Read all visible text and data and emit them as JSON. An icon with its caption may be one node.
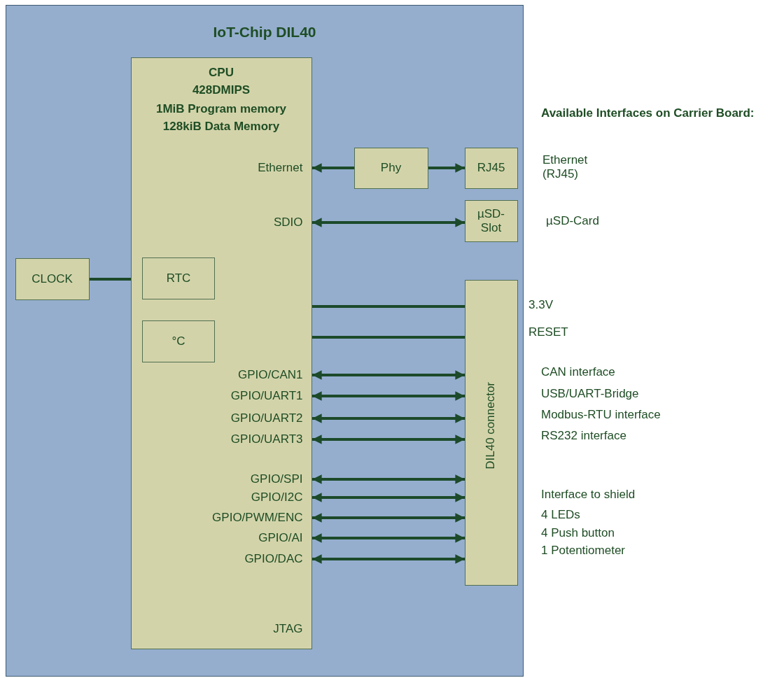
{
  "diagram": {
    "nodes": [
      {
        "text": [
          "IoT-Chip DIL40"
        ]
      },
      {
        "text": [
          "CPU",
          "428DMIPS",
          "1MiB Program memory",
          "128kiB Data Memory",
          "Ethernet",
          "SDIO",
          "GPIO/CAN1",
          "GPIO/UART1",
          "GPIO/UART2",
          "GPIO/UART3",
          "GPIO/SPI",
          "GPIO/I2C",
          "GPIO/PWM/ENC",
          "GPIO/AI",
          "GPIO/DAC",
          "JTAG"
        ],
        "in": 0
      },
      {
        "text": [
          "RTC"
        ],
        "in": 1
      },
      {
        "text": [
          "°C"
        ],
        "in": 1
      },
      {
        "text": [
          "CLOCK"
        ],
        "in": 0
      },
      {
        "text": [
          "Phy"
        ],
        "in": 0
      },
      {
        "text": [
          "RJ45"
        ],
        "in": 0
      },
      {
        "text": [
          "µSD-Slot"
        ],
        "in": 0
      },
      {
        "text": [
          "DIL40 connector"
        ],
        "in": 0
      }
    ],
    "edges": [
      {
        "from": 4,
        "to": 1,
        "arrow": "none"
      },
      {
        "from": 5,
        "to": 1,
        "arrow": "to"
      },
      {
        "from": 5,
        "to": 6,
        "arrow": "to"
      },
      {
        "from": 1,
        "to": 7,
        "arrow": "both"
      },
      {
        "from": 1,
        "to": 8,
        "arrow": "none"
      },
      {
        "from": 1,
        "to": 8,
        "arrow": "none"
      },
      {
        "from": 1,
        "to": 8,
        "arrow": "both"
      },
      {
        "from": 1,
        "to": 8,
        "arrow": "both"
      },
      {
        "from": 1,
        "to": 8,
        "arrow": "both"
      },
      {
        "from": 1,
        "to": 8,
        "arrow": "both"
      },
      {
        "from": 1,
        "to": 8,
        "arrow": "both"
      },
      {
        "from": 1,
        "to": 8,
        "arrow": "both"
      },
      {
        "from": 1,
        "to": 8,
        "arrow": "both"
      },
      {
        "from": 1,
        "to": 8,
        "arrow": "both"
      },
      {
        "from": 1,
        "to": 8,
        "arrow": "both"
      }
    ],
    "labels": [
      "Available Interfaces on Carrier Board:",
      "Ethernet (RJ45)",
      "µSD-Card",
      "3.3V",
      "RESET",
      "CAN interface",
      "USB/UART-Bridge",
      "Modbus-RTU interface",
      "RS232 interface",
      "Interface to shield",
      "4 LEDs",
      "4 Push button",
      "1 Potentiometer"
    ]
  }
}
